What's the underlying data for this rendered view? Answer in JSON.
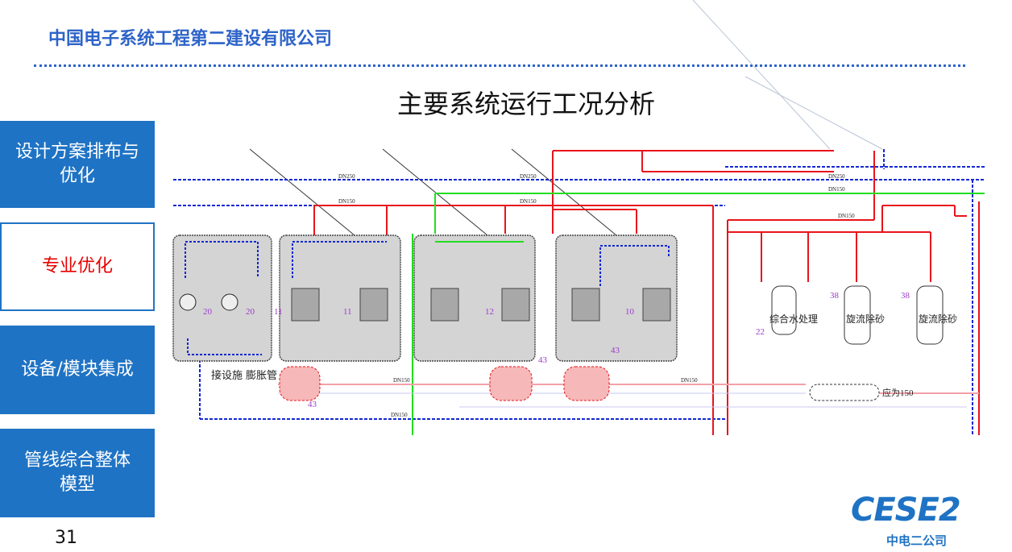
{
  "header": {
    "company": "中国电子系统工程第二建设有限公司"
  },
  "slide": {
    "title": "主要系统运行工况分析",
    "page_number": "31"
  },
  "nav": {
    "items": [
      {
        "label": "设计方案排布与\n优化",
        "active": false
      },
      {
        "label": "专业优化",
        "active": true
      },
      {
        "label": "设备/模块集成",
        "active": false
      },
      {
        "label": "管线综合整体\n模型",
        "active": false
      }
    ]
  },
  "logo": {
    "mark": "CESE2",
    "subtitle": "中电二公司"
  },
  "diagram": {
    "labels": {
      "facility": "接设施",
      "expansion_pipe": "膨胀管",
      "comprehensive_water": "综合水处理",
      "cyclone_1": "旋流除砂",
      "cyclone_2": "旋流除砂",
      "pipe_note": "应为150"
    },
    "pipe_tags": [
      "DN250",
      "DN250",
      "DN250",
      "DN150",
      "DN150",
      "DN150",
      "DN150",
      "DN150",
      "DN150",
      "DN150"
    ],
    "numbers": {
      "pump_1": "20",
      "pump_2": "20",
      "hx_1": "11",
      "hx_2": "11",
      "hx_3": "12",
      "hx_4": "10",
      "filter_1": "43",
      "filter_2": "43",
      "filter_3": "43",
      "tank_1": "22",
      "tank_2": "38",
      "tank_3": "38"
    }
  },
  "colors": {
    "brand_blue": "#1f73c4",
    "active_red": "#e60000",
    "pipe_red": "#e8141c",
    "pipe_blue": "#1428d2",
    "pipe_green": "#22dd22",
    "pipe_pink": "#f3a0a8"
  }
}
